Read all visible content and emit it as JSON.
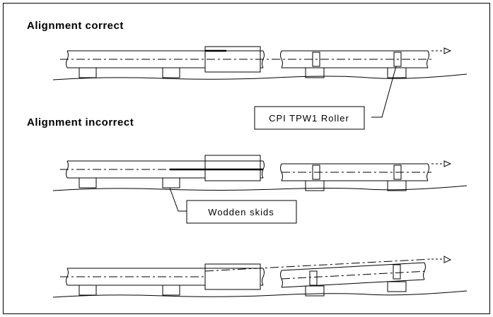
{
  "headings": {
    "correct": "Alignment correct",
    "incorrect": "Alignment incorrect"
  },
  "callouts": {
    "roller": "CPI TPW1 Roller",
    "skids": "Wodden skids"
  },
  "colors": {
    "ink": "#000000",
    "background": "#ffffff"
  }
}
